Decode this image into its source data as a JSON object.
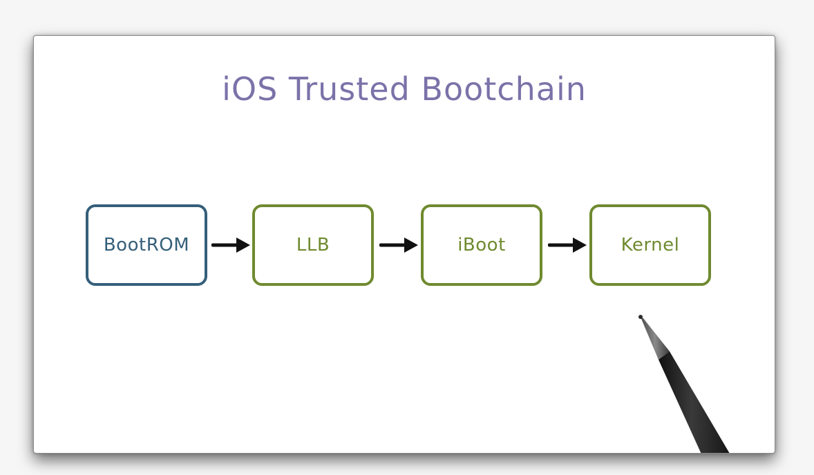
{
  "diagram": {
    "title": "iOS Trusted Bootchain",
    "nodes": [
      {
        "label": "BootROM"
      },
      {
        "label": "LLB"
      },
      {
        "label": "iBoot"
      },
      {
        "label": "Kernel"
      }
    ]
  },
  "colors": {
    "title": "#7b72a9",
    "bootrom": "#355f7a",
    "stage": "#6f8a2f",
    "arrow": "#111111",
    "pen_body": "#2a2a2a",
    "pen_tip": "#6d6d6d"
  },
  "icons": {
    "pen": "pen-icon",
    "arrow": "arrow-right-icon"
  }
}
